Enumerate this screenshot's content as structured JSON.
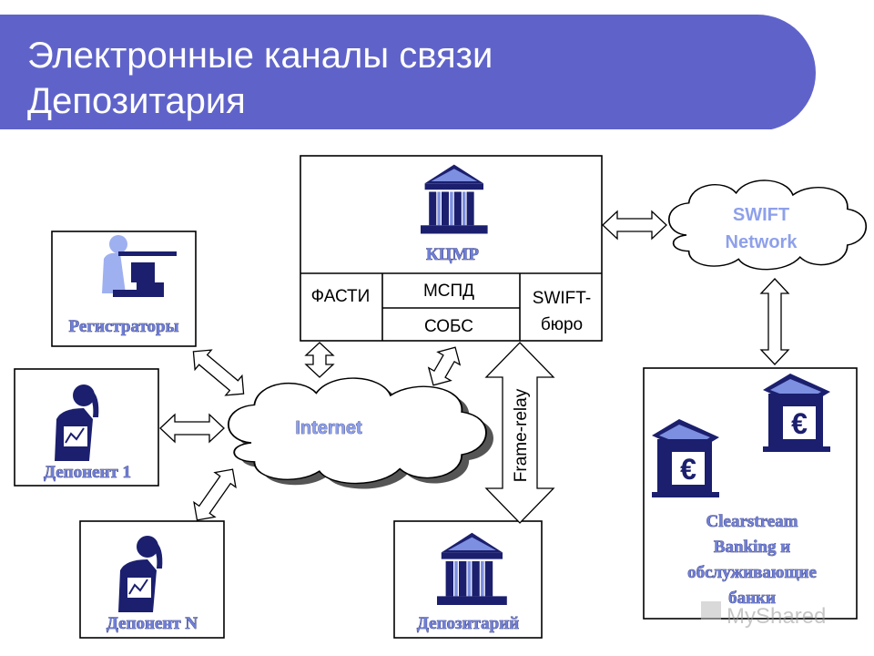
{
  "slide": {
    "title_line1": "Электронные каналы связи",
    "title_line2": "Депозитария"
  },
  "center": {
    "name": "КЦМР",
    "cells": [
      "ФАСТИ",
      "МСПД",
      "СОБС",
      "SWIFT-",
      "бюро"
    ]
  },
  "swift": {
    "line1": "SWIFT",
    "line2": "Network"
  },
  "internet": "Internet",
  "frame_relay": "Frame-relay",
  "nodes": {
    "registrars": "Регистраторы",
    "depositor1": "Депонент 1",
    "depositorN": "Депонент N",
    "depository": "Депозитарий",
    "clearstream": [
      "Clearstream",
      "Banking и",
      "обслуживающие",
      "банки"
    ]
  },
  "icons": {
    "bank": "bank-building-icon",
    "euro": "euro-bank-icon",
    "person_computer": "person-at-computer-icon",
    "person_phone": "person-on-phone-icon"
  },
  "colors": {
    "header": "#5f63c9",
    "icon_dark": "#1b1f6e",
    "icon_light": "#7d8fe0",
    "label": "#6f7fd8"
  },
  "watermark": "MyShared"
}
